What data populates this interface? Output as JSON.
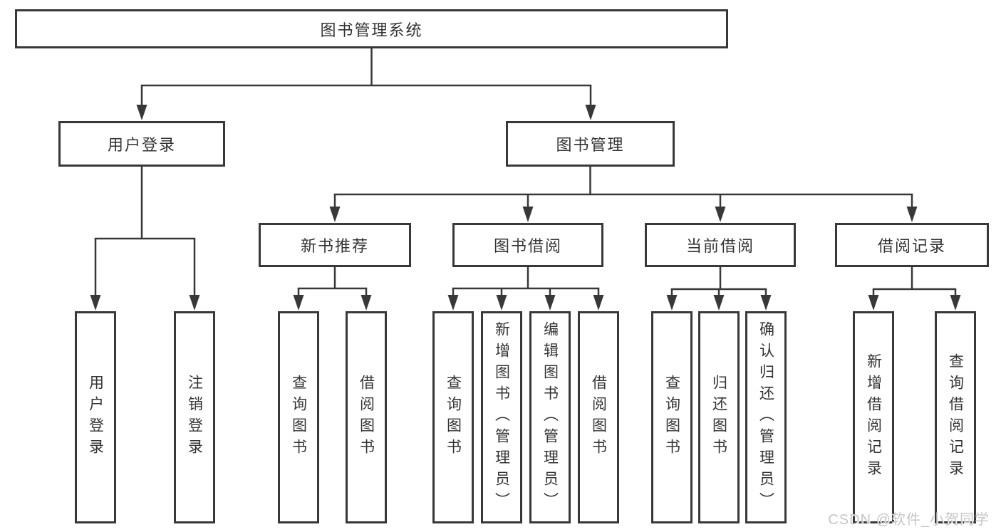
{
  "diagram": {
    "title": "图书管理系统",
    "root": {
      "label": "图书管理系统"
    },
    "branches": [
      {
        "id": "user-login",
        "label": "用户登录"
      },
      {
        "id": "book-management",
        "label": "图书管理"
      }
    ],
    "modules": [
      {
        "id": "new-book-recommend",
        "parent": "图书管理",
        "label": "新书推荐"
      },
      {
        "id": "book-borrowing",
        "parent": "图书管理",
        "label": "图书借阅"
      },
      {
        "id": "current-borrowing",
        "parent": "图书管理",
        "label": "当前借阅"
      },
      {
        "id": "borrowing-records",
        "parent": "图书管理",
        "label": "借阅记录"
      }
    ],
    "leaves": [
      {
        "parent": "用户登录",
        "label": "用户登录"
      },
      {
        "parent": "用户登录",
        "label": "注销登录"
      },
      {
        "parent": "新书推荐",
        "label": "查询图书"
      },
      {
        "parent": "新书推荐",
        "label": "借阅图书"
      },
      {
        "parent": "图书借阅",
        "label": "查询图书"
      },
      {
        "parent": "图书借阅",
        "label": "新增图书（管理员）"
      },
      {
        "parent": "图书借阅",
        "label": "编辑图书（管理员）"
      },
      {
        "parent": "图书借阅",
        "label": "借阅图书"
      },
      {
        "parent": "当前借阅",
        "label": "查询图书"
      },
      {
        "parent": "当前借阅",
        "label": "归还图书"
      },
      {
        "parent": "当前借阅",
        "label": "确认归还（管理员）"
      },
      {
        "parent": "借阅记录",
        "label": "新增借阅记录"
      },
      {
        "parent": "借阅记录",
        "label": "查询借阅记录"
      }
    ],
    "watermark": "CSDN @软件_小贺同学",
    "colors": {
      "line": "#383838",
      "text": "#333333",
      "background": "#ffffff",
      "watermark": "#c6c6c6"
    }
  }
}
